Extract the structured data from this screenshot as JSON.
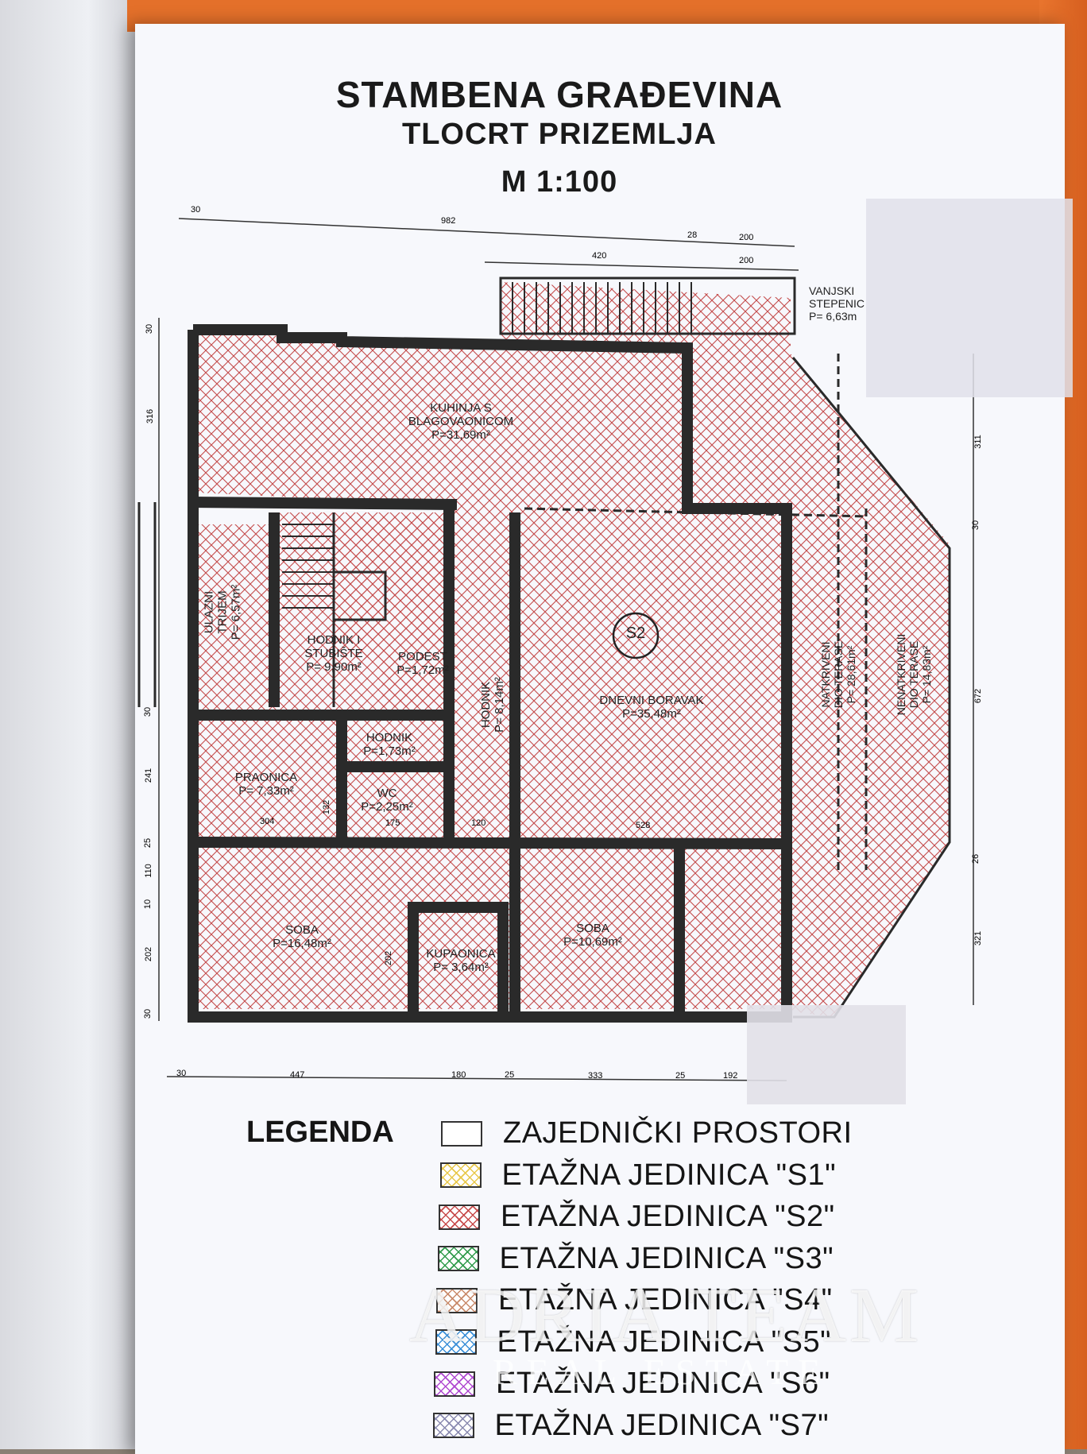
{
  "title": {
    "line1": "STAMBENA GRAĐEVINA",
    "line2": "TLOCRT PRIZEMLJA",
    "line3": "M 1:100"
  },
  "rooms": {
    "kuhinja": {
      "name1": "KUHINJA S",
      "name2": "BLAGOVAONICOM",
      "area": "P=31,69m²"
    },
    "ulazni": {
      "name1": "ULAZNI",
      "name2": "TRIJEM",
      "area": "P= 6,57m²"
    },
    "hodnik_stubiste": {
      "name1": "HODNIK I",
      "name2": "STUBIŠTE",
      "area": "P= 9,90m²"
    },
    "podest": {
      "name": "PODEST",
      "area": "P=1,72m²"
    },
    "hodnik_v": {
      "name": "HODNIK",
      "area": "P= 8,14m²"
    },
    "dnevni": {
      "name": "DNEVNI BORAVAK",
      "area": "P=35,48m²",
      "tag": "S2"
    },
    "praonica": {
      "name": "PRAONICA",
      "area": "P= 7,33m²"
    },
    "hodnik2": {
      "name": "HODNIK",
      "area": "P=1,73m²"
    },
    "wc": {
      "name": "WC",
      "area": "P=2,25m²"
    },
    "soba1": {
      "name": "SOBA",
      "area": "P=16,48m²"
    },
    "kupaonica": {
      "name": "KUPAONICA",
      "area": "P= 3,64m²"
    },
    "soba2": {
      "name": "SOBA",
      "area": "P=10,69m²"
    },
    "natkriveni": {
      "name1": "NATKRIVENI",
      "name2": "DIO TERASE",
      "area": "P= 28,61m²"
    },
    "nenatkriveni": {
      "name1": "NENATKRIVENI",
      "name2": "DIO TERASE",
      "area": "P= 14,83m²"
    },
    "vanjski": {
      "name1": "VANJSKI",
      "name2": "STEPENIC",
      "area": "P= 6,63m"
    }
  },
  "dimensions": {
    "top1": "30",
    "top2": "982",
    "top3": "28",
    "top4": "200",
    "top5": "420",
    "top6": "200",
    "bottom1": "30",
    "bottom2": "447",
    "bottom3": "180",
    "bottom4": "25",
    "bottom5": "333",
    "bottom6": "25",
    "bottom7": "192",
    "left1": "30",
    "left2": "316",
    "left3": "30",
    "left4": "241",
    "left5": "25",
    "left6": "110",
    "left7": "10",
    "left8": "202",
    "left9": "30",
    "right1": "311",
    "right2": "30",
    "right3": "672",
    "right4": "26",
    "right5": "321",
    "inner1": "304",
    "inner2": "175",
    "inner3": "120",
    "inner4": "528",
    "inner5": "132",
    "inner6": "202"
  },
  "legend": {
    "title": "LEGENDA",
    "items": [
      {
        "label": "ZAJEDNIČKI PROSTORI",
        "color": "#ffffff"
      },
      {
        "label": "ETAŽNA JEDINICA \"S1\"",
        "color": "#e8c84a"
      },
      {
        "label": "ETAŽNA JEDINICA \"S2\"",
        "color": "#c74a4a"
      },
      {
        "label": "ETAŽNA JEDINICA \"S3\"",
        "color": "#2f9a4a"
      },
      {
        "label": "ETAŽNA JEDINICA \"S4\"",
        "color": "#c98a6a"
      },
      {
        "label": "ETAŽNA JEDINICA \"S5\"",
        "color": "#3a8fd8"
      },
      {
        "label": "ETAŽNA JEDINICA \"S6\"",
        "color": "#b04ad0"
      },
      {
        "label": "ETAŽNA JEDINICA \"S7\"",
        "color": "#8a8ab0"
      }
    ]
  },
  "watermark": {
    "main": "ADRIA TEAM",
    "sub": "REAL ESTATE"
  },
  "colors": {
    "hatch": "#c44a4a",
    "wall": "#2a2a2a",
    "paper": "#f7f8fc"
  }
}
